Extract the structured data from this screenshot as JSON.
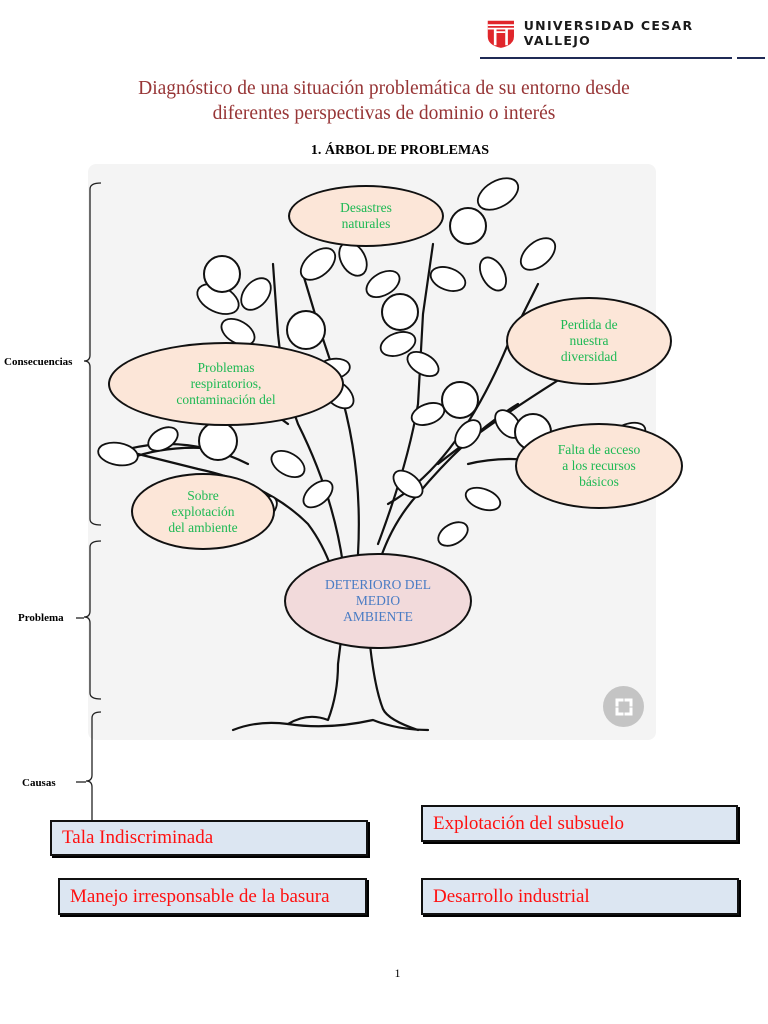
{
  "header": {
    "logo_icon": "university-shield-logo",
    "university_name": "UNIVERSIDAD CESAR VALLEJO"
  },
  "document": {
    "title_line1": "Diagnóstico de una situación problemática de su entorno desde",
    "title_line2": "diferentes perspectivas de dominio o interés",
    "section_heading": "1.   ÁRBOL DE PROBLEMAS",
    "page_number": "1"
  },
  "side_labels": {
    "consequences": "Consecuencias",
    "problem": "Problema",
    "causes": "Causas"
  },
  "tree": {
    "consequences": [
      {
        "lines": [
          "Desastres",
          "naturales"
        ]
      },
      {
        "lines": [
          "Problemas",
          "respiratorios,",
          "contaminación del"
        ]
      },
      {
        "lines": [
          "Perdida de",
          "nuestra",
          "diversidad"
        ]
      },
      {
        "lines": [
          "Falta de acceso",
          "a los recursos",
          "básicos"
        ]
      },
      {
        "lines": [
          "Sobre",
          "explotación",
          "del ambiente"
        ]
      }
    ],
    "problem": {
      "lines": [
        "DETERIORO DEL",
        "MEDIO",
        "AMBIENTE"
      ]
    },
    "expand_icon": "expand-fullscreen-icon"
  },
  "causes": [
    "Tala Indiscriminada",
    "Explotación del subsuelo",
    "Manejo irresponsable de la basura",
    "Desarrollo industrial"
  ],
  "colors": {
    "title": "#973536",
    "consequence_text": "#1db954",
    "consequence_fill": "#fce6d8",
    "problem_text": "#4a7cc4",
    "problem_fill": "#f2dadb",
    "cause_text": "#ff1010",
    "cause_fill": "#dce6f2",
    "brand_red": "#e0262b",
    "rule_navy": "#1f2a55"
  }
}
